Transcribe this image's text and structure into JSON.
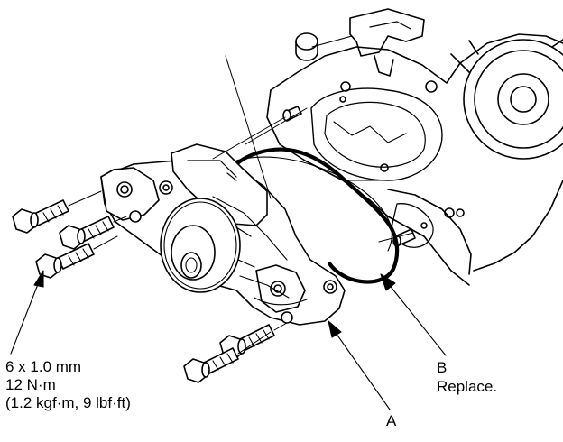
{
  "torque_spec": {
    "size": "6 x 1.0 mm",
    "torque": "12 N·m",
    "converted": "(1.2 kgf·m, 9 lbf·ft)"
  },
  "callouts": {
    "a_letter": "A",
    "b_letter": "B",
    "b_note": "Replace."
  },
  "colors": {
    "ink": "#000000",
    "paper": "#ffffff"
  }
}
